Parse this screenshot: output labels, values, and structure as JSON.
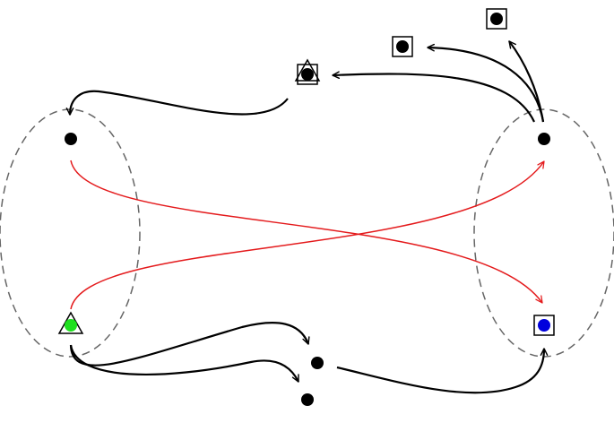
{
  "diagram": {
    "colors": {
      "background": "#ffffff",
      "node": "#000000",
      "edge_black": "#000000",
      "edge_red": "#e41a1c",
      "ellipse": "#666666",
      "node_green": "#1ee01e",
      "node_blue": "#0000dd"
    },
    "groups": [
      {
        "id": "left-cluster",
        "style": "dashed-ellipse"
      },
      {
        "id": "right-cluster",
        "style": "dashed-ellipse"
      }
    ],
    "nodes": [
      {
        "id": "left-top",
        "fill": "black",
        "shape": "dot"
      },
      {
        "id": "left-bottom",
        "fill": "green",
        "shape": "dot-in-triangle"
      },
      {
        "id": "right-top",
        "fill": "black",
        "shape": "dot"
      },
      {
        "id": "right-bottom",
        "fill": "blue",
        "shape": "dot-in-square"
      },
      {
        "id": "top-center",
        "fill": "black",
        "shape": "dot-in-square-and-triangle"
      },
      {
        "id": "top-right-a",
        "fill": "black",
        "shape": "dot-in-square"
      },
      {
        "id": "top-right-b",
        "fill": "black",
        "shape": "dot-in-square"
      },
      {
        "id": "bottom-center-a",
        "fill": "black",
        "shape": "dot"
      },
      {
        "id": "bottom-center-b",
        "fill": "black",
        "shape": "dot"
      }
    ],
    "edges": [
      {
        "from": "right-top",
        "to": "top-right-b",
        "color": "black"
      },
      {
        "from": "right-top",
        "to": "top-right-a",
        "color": "black"
      },
      {
        "from": "right-top",
        "to": "top-center",
        "color": "black"
      },
      {
        "from": "top-center",
        "to": "left-top",
        "color": "black"
      },
      {
        "from": "left-top",
        "to": "right-bottom",
        "color": "red"
      },
      {
        "from": "left-bottom",
        "to": "right-top",
        "color": "red"
      },
      {
        "from": "left-bottom",
        "to": "bottom-center-a",
        "color": "black"
      },
      {
        "from": "left-bottom",
        "to": "bottom-center-b",
        "color": "black"
      },
      {
        "from": "bottom-center-a",
        "to": "right-bottom",
        "color": "black"
      }
    ]
  }
}
